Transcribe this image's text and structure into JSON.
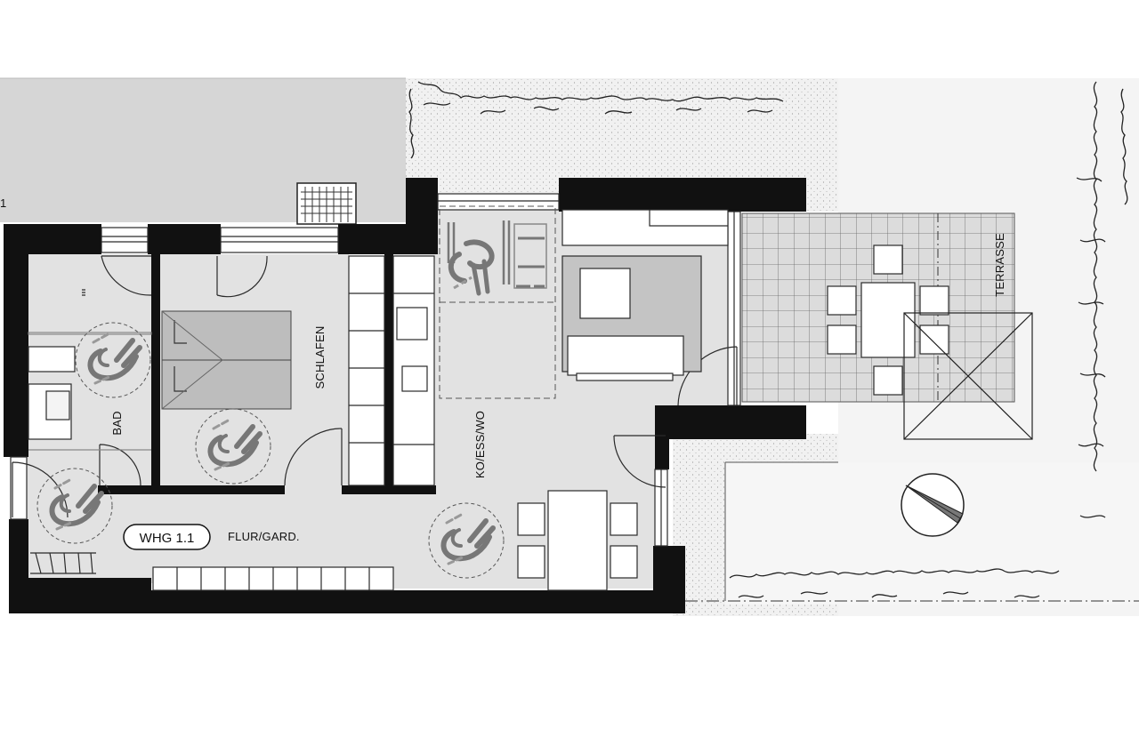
{
  "plan": {
    "unit_label": "WHG 1.1",
    "edge_mark": "1",
    "rooms": {
      "bad": "BAD",
      "schlafen": "SCHLAFEN",
      "flur": "FLUR/GARD.",
      "kochen": "KO/ESS/WO",
      "terrasse": "TERRASSE"
    }
  },
  "icons": [
    "wheelchair-turning-circle-icon",
    "compass-north-arrow-icon",
    "tree-canopy-icon",
    "shrub-hatch-icon",
    "window-grid-icon"
  ],
  "colors": {
    "wall": "#111111",
    "floor": "#e2e2e2",
    "neighbor": "#d6d6d6",
    "furniture": "#bdbdbd",
    "symbol": "#808080",
    "tile_line": "#555555",
    "terrace_tile": "#dcdcdc",
    "line": "#3a3a3a"
  }
}
